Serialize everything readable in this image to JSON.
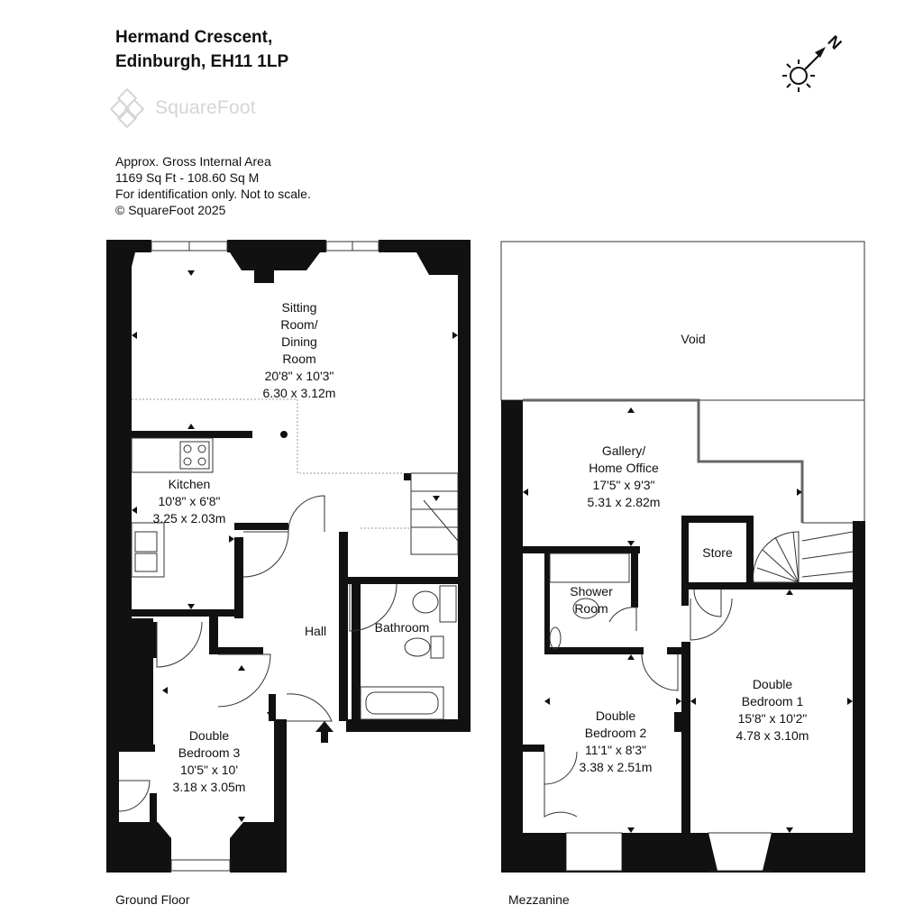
{
  "title": {
    "line1": "Hermand Crescent,",
    "line2": "Edinburgh, EH11 1LP"
  },
  "brand": {
    "name": "SquareFoot"
  },
  "area": {
    "line1": "Approx. Gross Internal Area",
    "line2": "1169 Sq Ft  -  108.60 Sq M",
    "line3": "For identification only. Not to scale.",
    "line4": "© SquareFoot 2025"
  },
  "compass": {
    "label": "N"
  },
  "floors": {
    "ground": {
      "label": "Ground Floor"
    },
    "mezzanine": {
      "label": "Mezzanine"
    }
  },
  "rooms": {
    "sitting": {
      "name1": "Sitting",
      "name2": "Room/",
      "name3": "Dining",
      "name4": "Room",
      "imperial": "20'8\" x 10'3\"",
      "metric": "6.30 x 3.12m"
    },
    "kitchen": {
      "name": "Kitchen",
      "imperial": "10'8\" x 6'8\"",
      "metric": "3.25 x 2.03m"
    },
    "hall": {
      "name": "Hall"
    },
    "bathroom": {
      "name": "Bathroom"
    },
    "bedroom3": {
      "name1": "Double",
      "name2": "Bedroom 3",
      "imperial": "10'5\" x 10'",
      "metric": "3.18 x 3.05m"
    },
    "void": {
      "name": "Void"
    },
    "gallery": {
      "name1": "Gallery/",
      "name2": "Home Office",
      "imperial": "17'5\" x 9'3\"",
      "metric": "5.31 x 2.82m"
    },
    "store": {
      "name": "Store"
    },
    "shower": {
      "name1": "Shower",
      "name2": "Room"
    },
    "bedroom2": {
      "name1": "Double",
      "name2": "Bedroom 2",
      "imperial": "11'1\" x 8'3\"",
      "metric": "3.38 x 2.51m"
    },
    "bedroom1": {
      "name1": "Double",
      "name2": "Bedroom 1",
      "imperial": "15'8\" x 10'2\"",
      "metric": "4.78 x 3.10m"
    }
  },
  "colors": {
    "wall": "#111111",
    "line": "#333333",
    "watermark": "#d5d5d5"
  }
}
